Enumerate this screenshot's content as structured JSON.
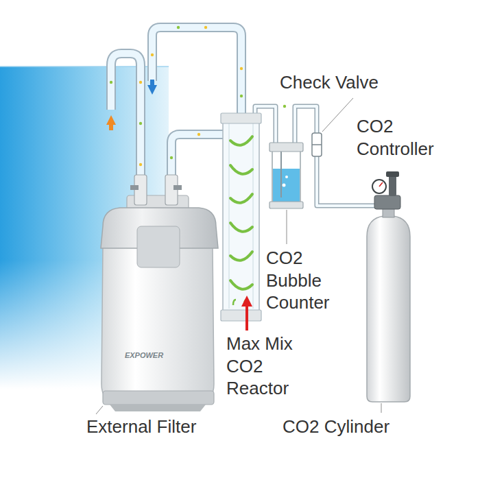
{
  "diagram": {
    "labels": [
      "Check Valve",
      "CO2 Controller",
      "CO2 Bubble Counter",
      "Max Mix CO2 Reactor",
      "External Filter",
      "CO2 Cylinder",
      "EXPOWER"
    ]
  }
}
